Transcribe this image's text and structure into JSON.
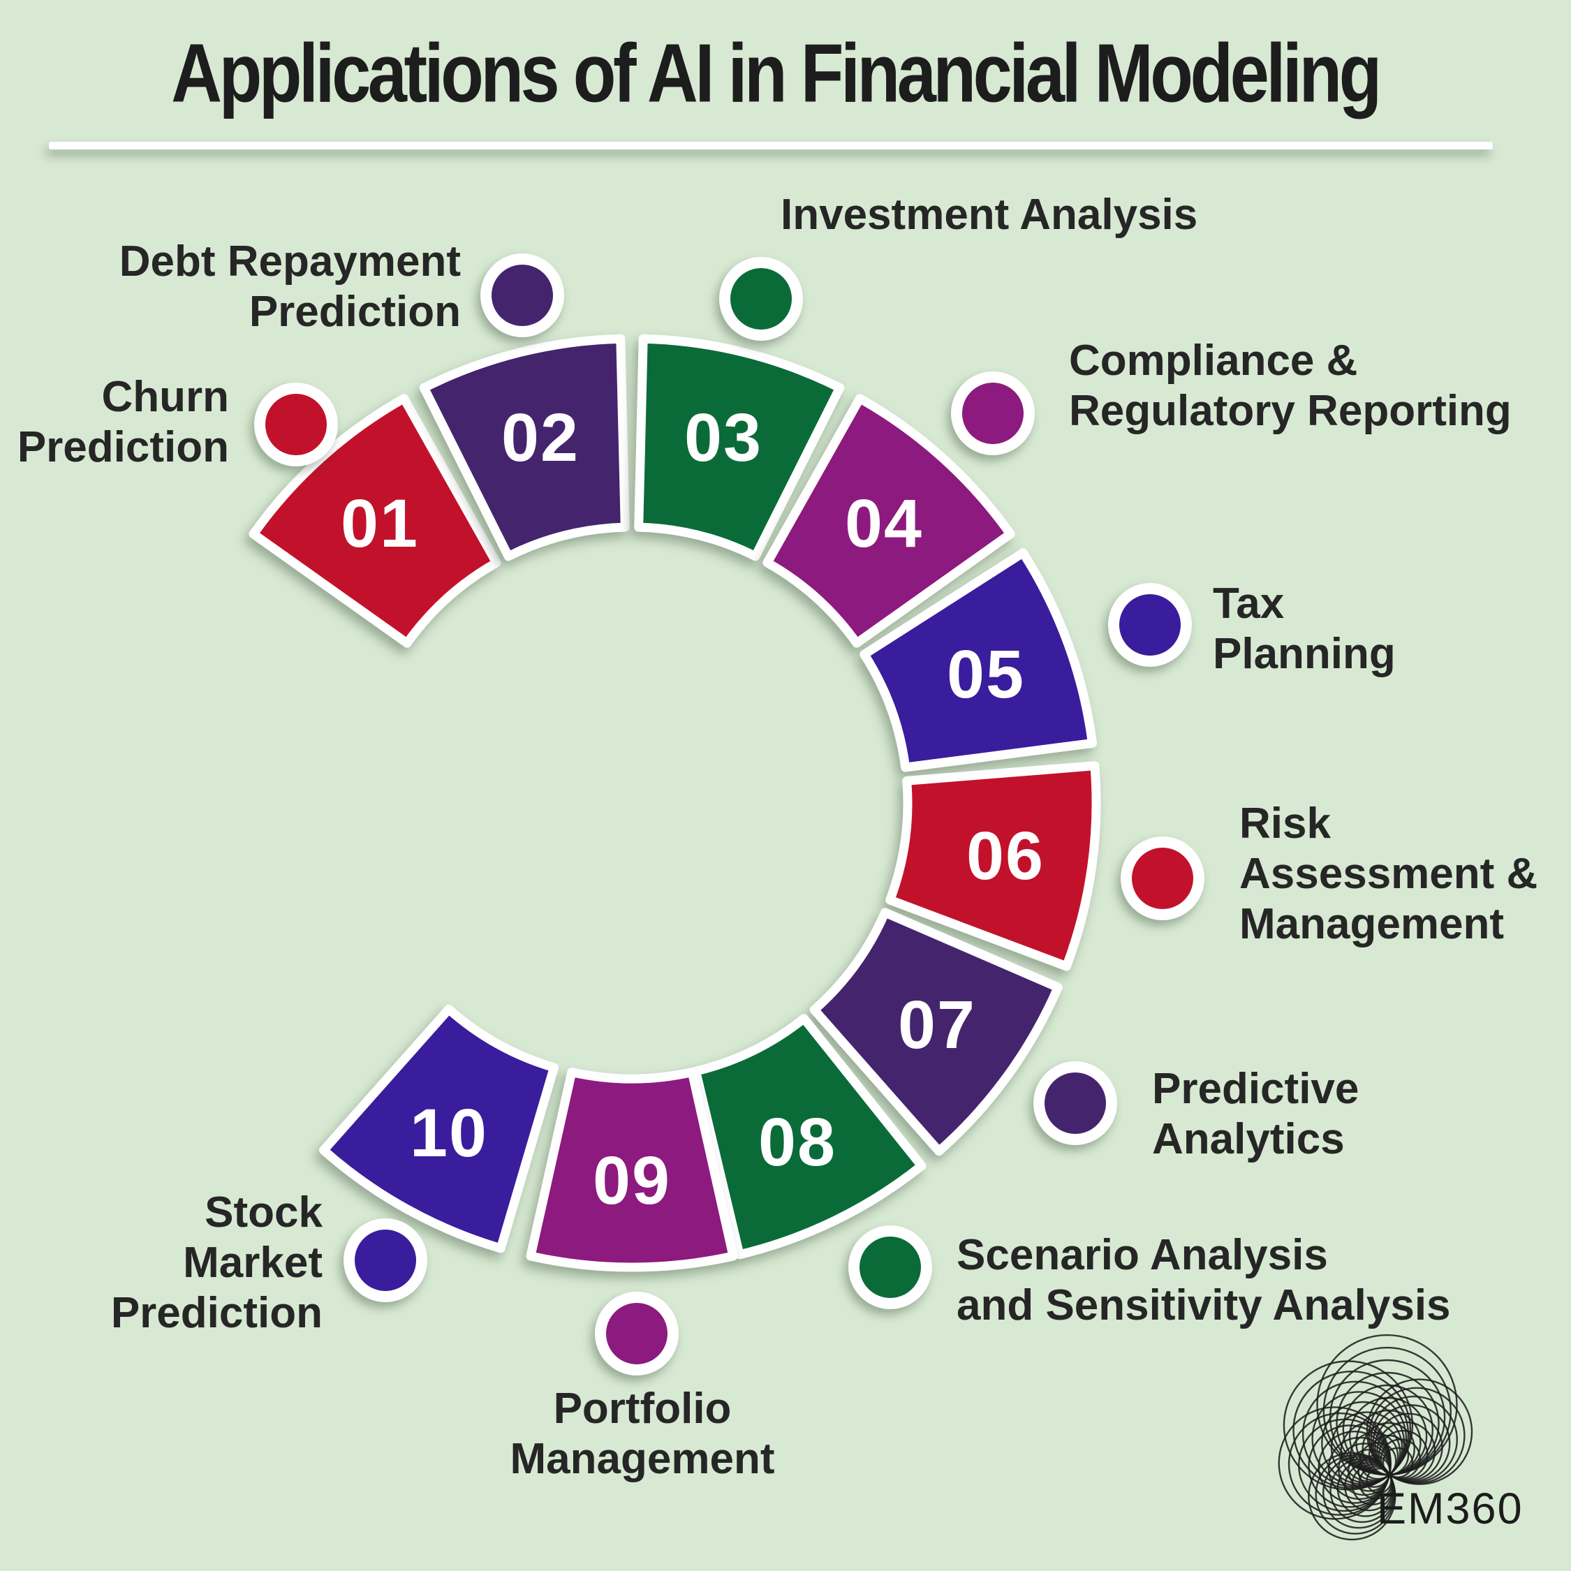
{
  "title": {
    "text": "Applications of AI in Financial Modeling"
  },
  "colors": {
    "background": "#d7e9d2",
    "text_dark": "#262626",
    "white": "#ffffff",
    "red": "#c2122b",
    "dark_purple": "#45246e",
    "green": "#0a6b39",
    "magenta": "#8d1a7e",
    "indigo": "#391d9d"
  },
  "segments": [
    {
      "id": "churn-prediction",
      "number": "01",
      "color": "red",
      "label_lines": [
        "Churn",
        "Prediction"
      ]
    },
    {
      "id": "debt-repayment-prediction",
      "number": "02",
      "color": "dark_purple",
      "label_lines": [
        "Debt Repayment",
        "Prediction"
      ]
    },
    {
      "id": "investment-analysis",
      "number": "03",
      "color": "green",
      "label_lines": [
        "Investment Analysis"
      ]
    },
    {
      "id": "compliance-regulatory-reporting",
      "number": "04",
      "color": "magenta",
      "label_lines": [
        "Compliance &",
        "Regulatory Reporting"
      ]
    },
    {
      "id": "tax-planning",
      "number": "05",
      "color": "indigo",
      "label_lines": [
        "Tax",
        "Planning"
      ]
    },
    {
      "id": "risk-assessment-management",
      "number": "06",
      "color": "red",
      "label_lines": [
        "Risk",
        "Assessment &",
        "Management"
      ]
    },
    {
      "id": "predictive-analytics",
      "number": "07",
      "color": "dark_purple",
      "label_lines": [
        "Predictive",
        "Analytics"
      ]
    },
    {
      "id": "scenario-sensitivity-analysis",
      "number": "08",
      "color": "green",
      "label_lines": [
        "Scenario Analysis",
        "and Sensitivity Analysis"
      ]
    },
    {
      "id": "portfolio-management",
      "number": "09",
      "color": "magenta",
      "label_lines": [
        "Portfolio",
        "Management"
      ]
    },
    {
      "id": "stock-market-prediction",
      "number": "10",
      "color": "indigo",
      "label_lines": [
        "Stock",
        "Market",
        "Prediction"
      ]
    }
  ],
  "footer": {
    "brand": "EM360",
    "logo_icon": "spiral-fan-icon"
  }
}
